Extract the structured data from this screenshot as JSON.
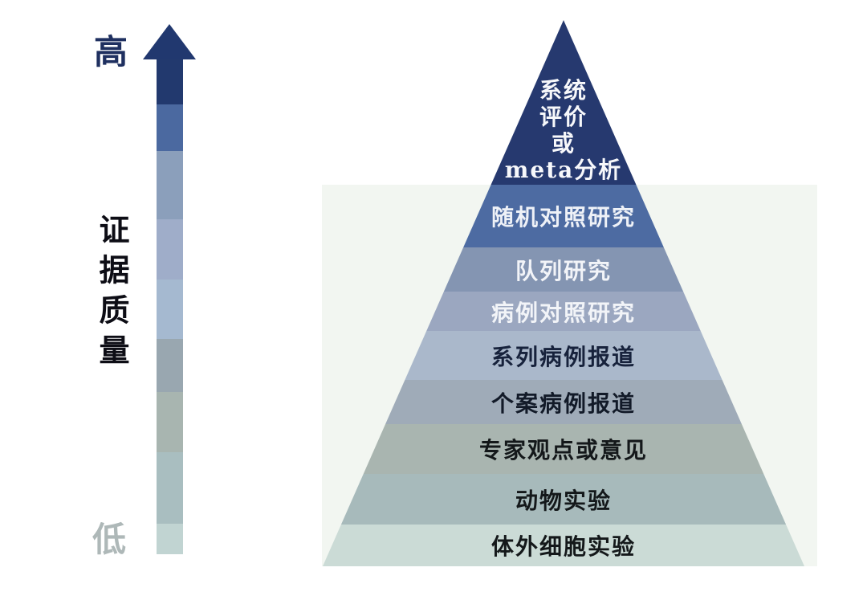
{
  "axis": {
    "high_label": "高",
    "low_label": "低",
    "title": "证据质量",
    "title_color": "#0d0d15",
    "high_color": "#1f3060",
    "low_color": "#aeb8b8",
    "arrow_head_color": "#21386f",
    "arrow_segment_colors": [
      "#22396e",
      "#4b69a0",
      "#8b9fbb",
      "#9fadc9",
      "#a5b9d0",
      "#99a7b0",
      "#a8b5b0",
      "#a9bec0",
      "#c1d4d2"
    ]
  },
  "pyramid": {
    "panel_color": "#f2f6f1",
    "levels": [
      {
        "label": "系统评价或meta分析",
        "lines": [
          "系统",
          "评价",
          "或",
          "meta分析"
        ],
        "color": "#26396f",
        "text_color": "#f7f8fb"
      },
      {
        "label": "随机对照研究",
        "color": "#4d6ba2",
        "text_color": "#eef1f7"
      },
      {
        "label": "队列研究",
        "color": "#8495b2",
        "text_color": "#f2f4f8"
      },
      {
        "label": "病例对照研究",
        "color": "#9ba7c0",
        "text_color": "#f2f4f8"
      },
      {
        "label": "系列病例报道",
        "color": "#aab8cb",
        "text_color": "#17223c"
      },
      {
        "label": "个案病例报道",
        "color": "#9fabb8",
        "text_color": "#121a28"
      },
      {
        "label": "专家观点或意见",
        "color": "#a9b5b0",
        "text_color": "#14181a"
      },
      {
        "label": "动物实验",
        "color": "#a7babb",
        "text_color": "#14181a"
      },
      {
        "label": "体外细胞实验",
        "color": "#cbdbd6",
        "text_color": "#14181a"
      }
    ]
  }
}
